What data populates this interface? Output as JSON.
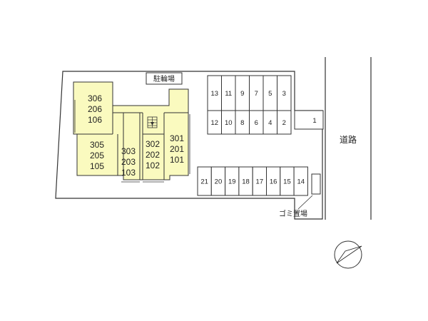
{
  "labels": {
    "bicycle_parking": "駐輪場",
    "road": "道路",
    "garbage": "ゴミ置場"
  },
  "units": {
    "block_a": [
      "306",
      "206",
      "106"
    ],
    "block_b": [
      "305",
      "205",
      "105"
    ],
    "block_c": [
      "303",
      "203",
      "103"
    ],
    "block_d": [
      "302",
      "202",
      "102"
    ],
    "block_e": [
      "301",
      "201",
      "101"
    ]
  },
  "parking": {
    "top_row": [
      "13",
      "11",
      "9",
      "7",
      "5",
      "3"
    ],
    "middle_row": [
      "12",
      "10",
      "8",
      "6",
      "4",
      "2"
    ],
    "separate": "1",
    "bottom_row": [
      "21",
      "20",
      "19",
      "18",
      "17",
      "16",
      "15",
      "14"
    ]
  },
  "colors": {
    "building": "#fafabf",
    "outline": "#333333"
  },
  "icons": {
    "stairs": "stairs-icon",
    "compass": "north-arrow-icon"
  }
}
